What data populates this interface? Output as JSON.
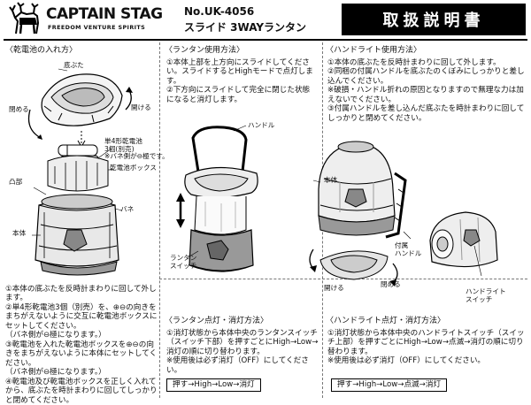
{
  "header": {
    "brand_name": "CAPTAIN STAG",
    "brand_tagline": "FREEDOM VENTURE SPIRITS",
    "model_number": "No.UK-4056",
    "product_name": "スライド 3WAYランタン",
    "manual_title": "取扱説明書"
  },
  "battery": {
    "title": "〈乾電池の入れ方〉",
    "labels": {
      "bottom_cover": "底ぶた",
      "close": "閉める",
      "open": "開ける",
      "batteries": "単4形乾電池\n3個(別売)\n※バネ側が⊖極です。",
      "battery_box": "乾電池ボックス",
      "protrusion": "凸部",
      "spring": "バネ",
      "body": "本体"
    },
    "steps": "①本体の底ぶたを反時計まわりに回して外します。\n②単4形乾電池3個（別売）を、⊕⊖の向きをまちがえないように交互に乾電池ボックスにセットしてください。\n（バネ側が⊖極になります。）\n③乾電池を入れた乾電池ボックスを⊕⊖の向きをまちがえないように本体にセットしてください。\n（バネ側が⊖極になります。）\n④乾電池及び乾電池ボックスを正しく入れてから、底ぶたを時計まわりに回してしっかりと閉めてください。"
  },
  "lantern": {
    "title": "〈ランタン使用方法〉",
    "steps": "①本体上部を上方向にスライドしてください。スライドするとHighモードで点灯します。\n②下方向にスライドして完全に閉じた状態になると消灯します。",
    "labels": {
      "handle": "ハンドル",
      "switch": "ランタン\nスイッチ"
    },
    "onoff_title": "〈ランタン点灯・消灯方法〉",
    "onoff_steps": "①消灯状態から本体中央のランタンスイッチ（スイッチ下部）を押すごとにHigh→Low→消灯の順に切り替わります。\n※使用後は必ず消灯（OFF）にしてください。",
    "sequence": "押す→High→Low→消灯"
  },
  "handlight": {
    "title": "〈ハンドライト使用方法〉",
    "steps": "①本体の底ぶたを反時計まわりに回して外します。\n②同梱の付属ハンドルを底ぶたのくぼみにしっかりと差し込んでください。\n※破損・ハンドル折れの原因となりますので無理な力は加えないでください。\n③付属ハンドルを差し込んだ底ぶたを時計まわりに回してしっかりと閉めてください。",
    "labels": {
      "body": "本体",
      "attached_handle": "付属\nハンドル",
      "open": "開ける",
      "close": "閉める",
      "handlight_switch": "ハンドライト\nスイッチ"
    },
    "onoff_title": "〈ハンドライト点灯・消灯方法〉",
    "onoff_steps": "①消灯状態から本体中央のハンドライトスイッチ（スイッチ上部）を押すごとにHigh→Low→点滅→消灯の順に切り替わります。\n※使用後は必ず消灯（OFF）にしてください。",
    "sequence": "押す→High→Low→点滅→消灯"
  },
  "icons": [
    "deer-logo-icon",
    "rotate-arrow-icon",
    "slide-arrow-icon"
  ]
}
